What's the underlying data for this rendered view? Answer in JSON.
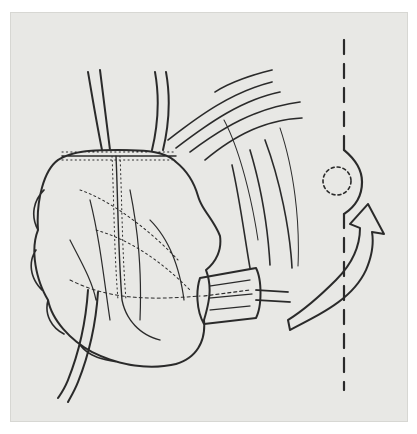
{
  "figure": {
    "background": "#ffffff",
    "panel_color": "#e8e8e5",
    "ink_color": "#2a2a2a",
    "icons": [
      "tube-icon",
      "sutured-organ",
      "vessel-bundle",
      "cannula-icon",
      "midline-dashed",
      "stoma-circle-icon",
      "curved-arrow-icon"
    ]
  }
}
